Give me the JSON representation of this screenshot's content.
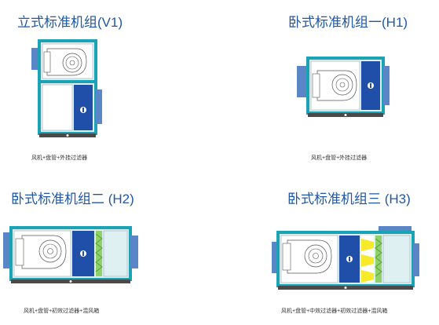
{
  "units": [
    {
      "title": "立式标准机组(V1)",
      "caption": "风机+盘管+外挂过滤器"
    },
    {
      "title": "卧式标准机组一(H1)",
      "caption": "风机+盘管+外挂过滤器"
    },
    {
      "title": "卧式标准机组二 (H2)",
      "caption": "风机+盘管+初效过滤器+混风箱"
    },
    {
      "title": "卧式标准机组三 (H3)",
      "caption": "风机+盘管+中效过滤器+初效过滤器+混风箱"
    }
  ],
  "colors": {
    "title": "#1f57a6",
    "frame": "#1aa3b4",
    "frame_dark": "#0f7c8a",
    "panel": "#dff0f3",
    "coil": "#1f4fa8",
    "duct": "#5a86c8",
    "filter_green": "#8fd16a",
    "filter_yellow": "#f6ea2b",
    "base": "#4a4a4a"
  },
  "icons": [
    "fan-icon",
    "coil-icon",
    "filter-icon",
    "bag-filter-icon"
  ]
}
